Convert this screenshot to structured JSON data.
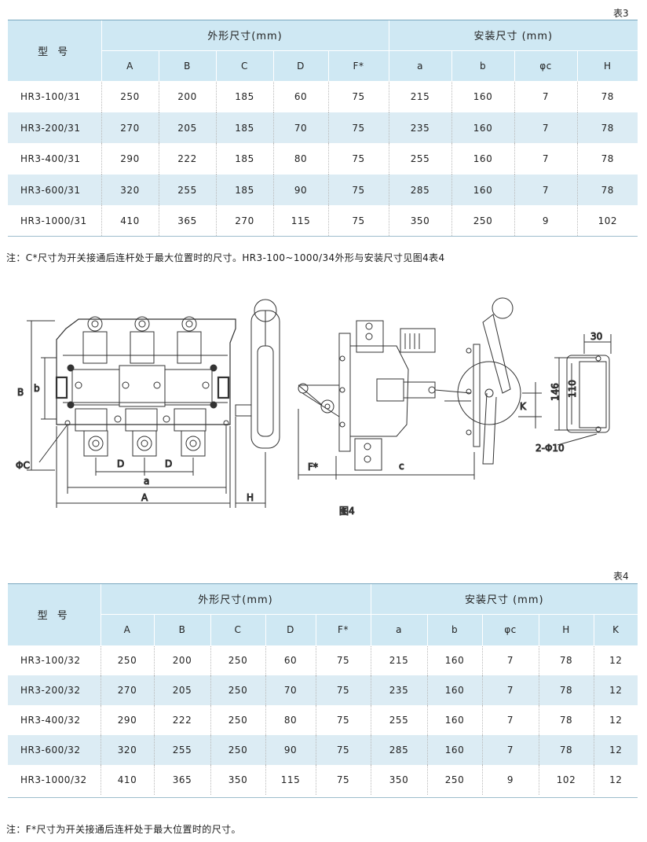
{
  "table3": {
    "caption": "表3",
    "model_header": "型 号",
    "group1": "外形尺寸(mm)",
    "group2": "安装尺寸 (mm)",
    "columns": [
      "A",
      "B",
      "C",
      "D",
      "F*",
      "a",
      "b",
      "φc",
      "H"
    ],
    "rows": [
      [
        "HR3-100/31",
        "250",
        "200",
        "185",
        "60",
        "75",
        "215",
        "160",
        "7",
        "78"
      ],
      [
        "HR3-200/31",
        "270",
        "205",
        "185",
        "70",
        "75",
        "235",
        "160",
        "7",
        "78"
      ],
      [
        "HR3-400/31",
        "290",
        "222",
        "185",
        "80",
        "75",
        "255",
        "160",
        "7",
        "78"
      ],
      [
        "HR3-600/31",
        "320",
        "255",
        "185",
        "90",
        "75",
        "285",
        "160",
        "7",
        "78"
      ],
      [
        "HR3-1000/31",
        "410",
        "365",
        "270",
        "115",
        "75",
        "350",
        "250",
        "9",
        "102"
      ]
    ],
    "note": "注：C*尺寸为开关接通后连杆处于最大位置时的尺寸。HR3-100~1000/34外形与安装尺寸见图4表4"
  },
  "figure4": {
    "caption": "图4",
    "labels": {
      "B": "B",
      "b": "b",
      "phiC": "ΦC",
      "D": "D",
      "a": "a",
      "A": "A",
      "H": "H",
      "Fstar": "F*",
      "c": "c",
      "K": "K",
      "dim30": "30",
      "dim146": "146",
      "dim110": "110",
      "holes": "2-Φ10"
    }
  },
  "table4": {
    "caption": "表4",
    "model_header": "型 号",
    "group1": "外形尺寸(mm)",
    "group2": "安装尺寸 (mm)",
    "columns": [
      "A",
      "B",
      "C",
      "D",
      "F*",
      "a",
      "b",
      "φc",
      "H",
      "K"
    ],
    "rows": [
      [
        "HR3-100/32",
        "250",
        "200",
        "250",
        "60",
        "75",
        "215",
        "160",
        "7",
        "78",
        "12"
      ],
      [
        "HR3-200/32",
        "270",
        "205",
        "250",
        "70",
        "75",
        "235",
        "160",
        "7",
        "78",
        "12"
      ],
      [
        "HR3-400/32",
        "290",
        "222",
        "250",
        "80",
        "75",
        "255",
        "160",
        "7",
        "78",
        "12"
      ],
      [
        "HR3-600/32",
        "320",
        "255",
        "250",
        "90",
        "75",
        "285",
        "160",
        "7",
        "78",
        "12"
      ],
      [
        "HR3-1000/32",
        "410",
        "365",
        "350",
        "115",
        "75",
        "350",
        "250",
        "9",
        "102",
        "12"
      ]
    ],
    "note": "注：F*尺寸为开关接通后连杆处于最大位置时的尺寸。"
  },
  "colors": {
    "header_bg": "#cfe8f3",
    "alt_row_bg": "#dcecf4",
    "rule": "#7aa8bf"
  }
}
